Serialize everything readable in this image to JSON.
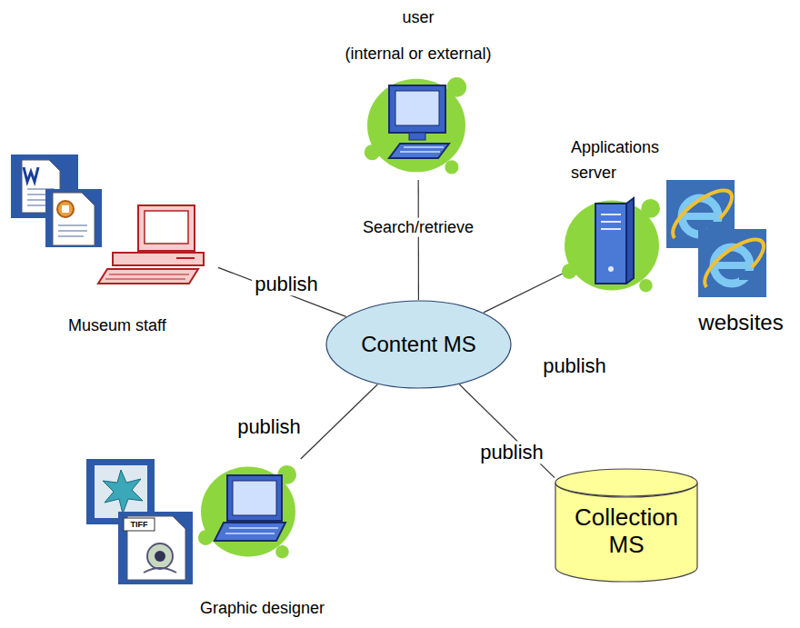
{
  "diagram": {
    "nodes": [
      {
        "text": [
          "user",
          "(internal or external)"
        ]
      },
      {
        "text": [
          "Museum staff"
        ]
      },
      {
        "text": [
          "Applications server"
        ]
      },
      {
        "text": [
          "Content MS"
        ]
      },
      {
        "text": [
          "Graphic designer"
        ]
      },
      {
        "text": [
          "Collection MS"
        ]
      }
    ],
    "edges": [
      {
        "from": 0,
        "to": 3,
        "arrow": "none",
        "label": "Search/retrieve"
      },
      {
        "from": 1,
        "to": 3,
        "arrow": "none",
        "label": "publish"
      },
      {
        "from": 3,
        "to": 2,
        "arrow": "none",
        "label": "publish"
      },
      {
        "from": 4,
        "to": 3,
        "arrow": "none",
        "label": "publish"
      },
      {
        "from": 3,
        "to": 5,
        "arrow": "none",
        "label": "publish"
      }
    ],
    "labels": [
      "websites",
      "TIFF"
    ]
  }
}
